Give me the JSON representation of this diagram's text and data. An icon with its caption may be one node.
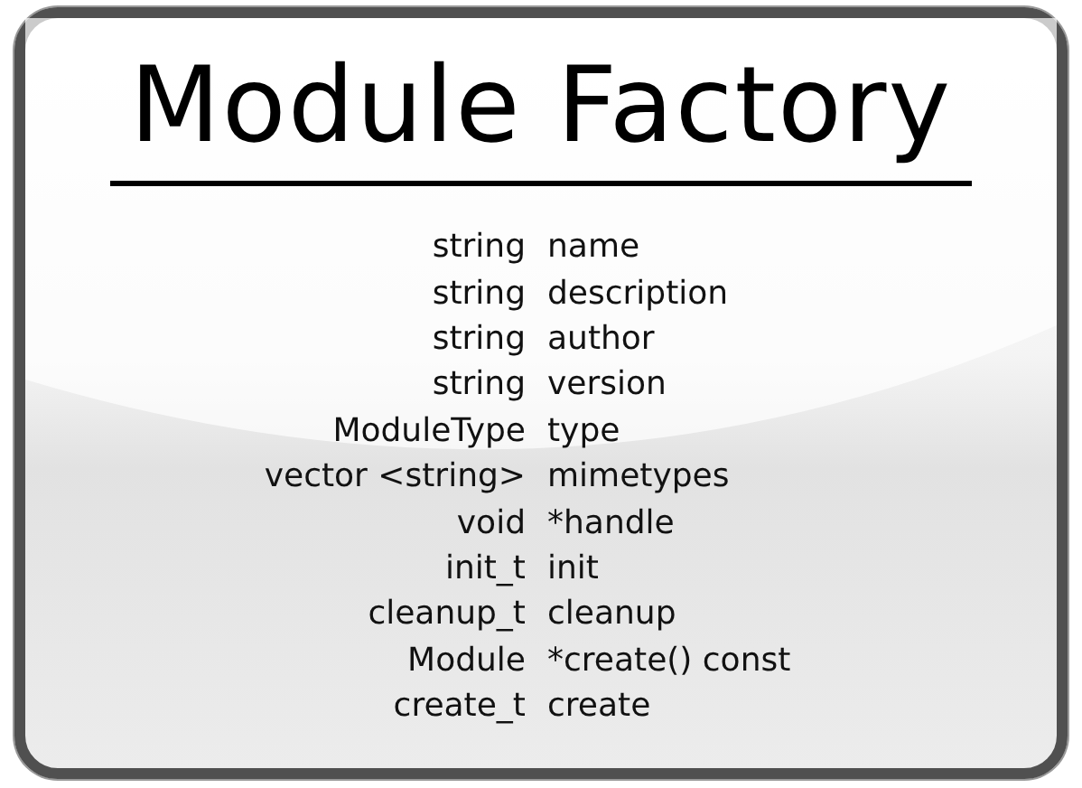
{
  "diagram": {
    "title": "Module Factory",
    "labels": [
      "string",
      "name",
      "string",
      "description",
      "string",
      "author",
      "string",
      "version",
      "ModuleType",
      "type",
      "vector <string>",
      "mimetypes",
      "void",
      "*handle",
      "init_t",
      "init",
      "cleanup_t",
      "cleanup",
      "Module",
      "*create() const",
      "create_t",
      "create"
    ]
  }
}
